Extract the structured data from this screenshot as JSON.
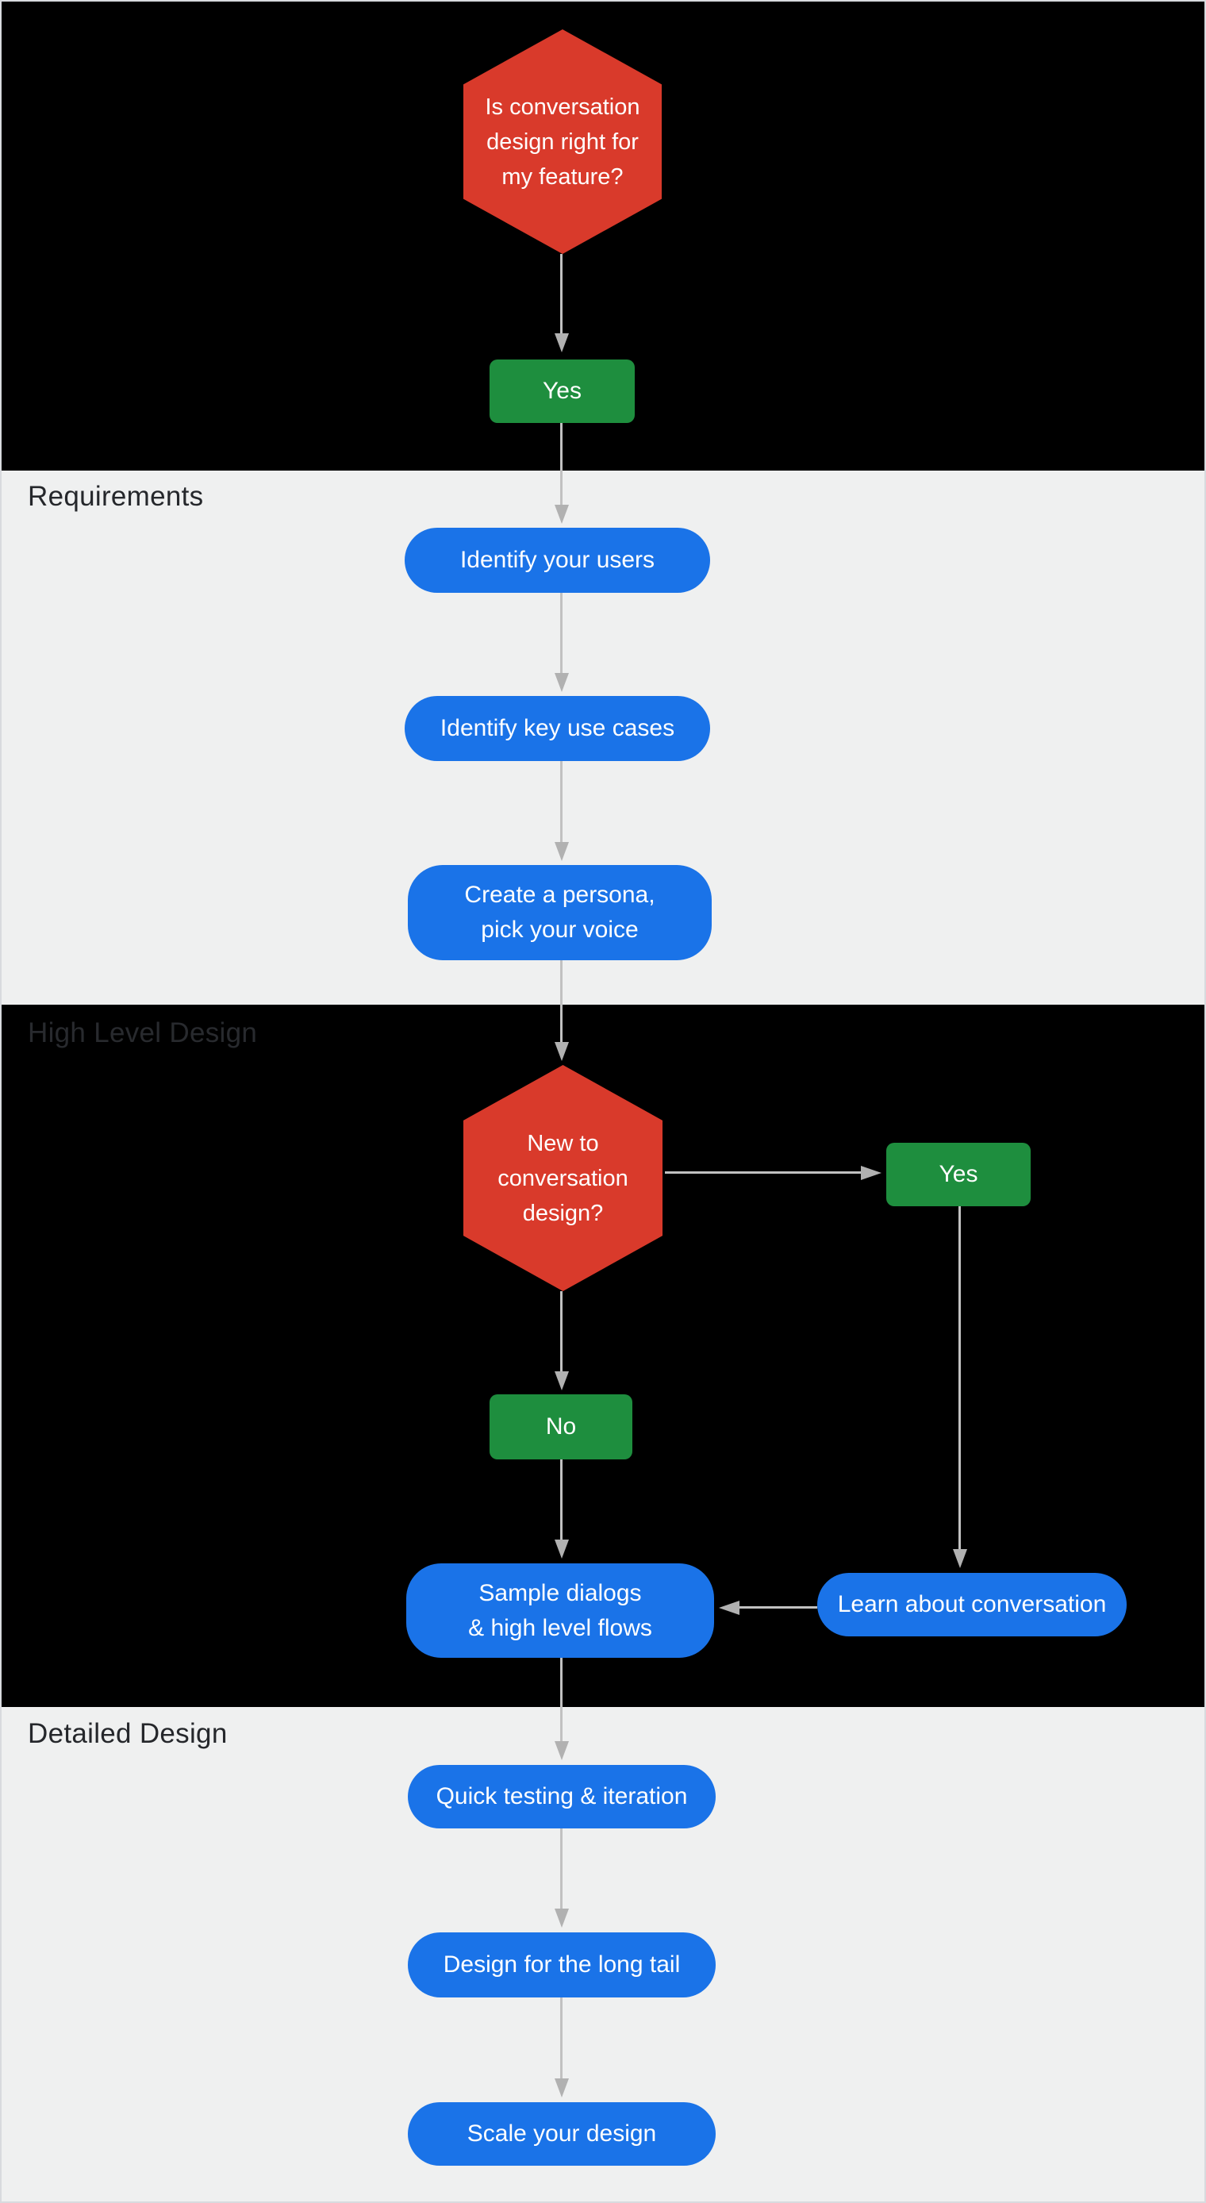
{
  "colors": {
    "band_dark": "#000000",
    "band_light": "#EFF0F0",
    "decision_red": "#D93A2B",
    "answer_green": "#1E8E3E",
    "step_blue": "#1A73E8",
    "connector_gray": "#C1C1C1",
    "label_on_light": "#25272B",
    "label_on_dark": "#282A2E",
    "node_text": "#FFFFFF"
  },
  "sections": {
    "requirements": {
      "label": "Requirements"
    },
    "high_level_design": {
      "label": "High Level Design"
    },
    "detailed_design": {
      "label": "Detailed Design"
    }
  },
  "nodes": {
    "decision_fit": {
      "text": "Is conversation\ndesign right for\nmy feature?"
    },
    "answer_fit_yes": {
      "label": "Yes"
    },
    "identify_users": {
      "label": "Identify your users"
    },
    "identify_use_cases": {
      "label": "Identify key use cases"
    },
    "create_persona": {
      "text": "Create a persona,\npick your voice"
    },
    "decision_new": {
      "text": "New to\nconversation\ndesign?"
    },
    "answer_new_yes": {
      "label": "Yes"
    },
    "answer_new_no": {
      "label": "No"
    },
    "sample_dialogs": {
      "text": "Sample dialogs\n& high level flows"
    },
    "learn_conversation": {
      "label": "Learn about conversation"
    },
    "quick_testing": {
      "label": "Quick testing & iteration"
    },
    "design_long_tail": {
      "label": "Design for the long tail"
    },
    "scale_design": {
      "label": "Scale your design"
    }
  }
}
